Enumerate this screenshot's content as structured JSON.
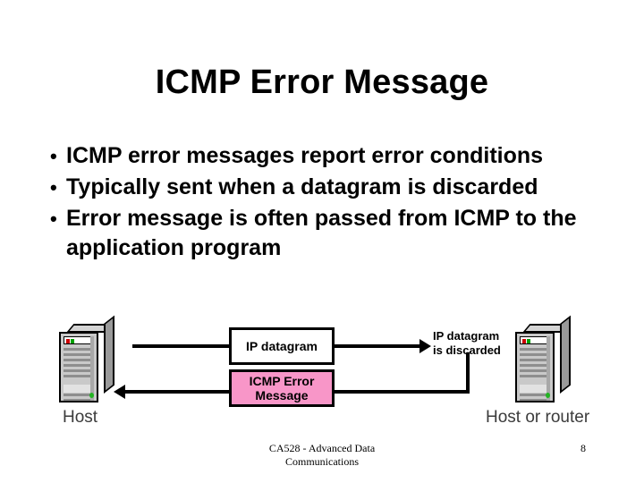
{
  "slide": {
    "title": "ICMP Error Message",
    "bullets": [
      {
        "marker": "•",
        "text": "ICMP error messages report error conditions"
      },
      {
        "marker": "•",
        "text": "Typically sent when a datagram is discarded"
      },
      {
        "marker": "•",
        "text": "Error message is often passed from ICMP to the application program"
      }
    ],
    "diagram": {
      "left_host": {
        "label": "Host",
        "icon": "computer-tower-icon"
      },
      "right_host": {
        "label": "Host or router",
        "icon": "computer-tower-icon"
      },
      "ip_datagram_box": {
        "label": "IP datagram",
        "fill": "#ffffff",
        "border": "#000000"
      },
      "icmp_error_box": {
        "line1": "ICMP Error",
        "line2": "Message",
        "fill": "#f896c8",
        "border": "#000000"
      },
      "discarded_note": {
        "line1": "IP datagram",
        "line2": "is discarded"
      }
    },
    "footer": {
      "course_line1": "CA528 - Advanced Data",
      "course_line2": "Communications",
      "page_number": "8"
    }
  }
}
